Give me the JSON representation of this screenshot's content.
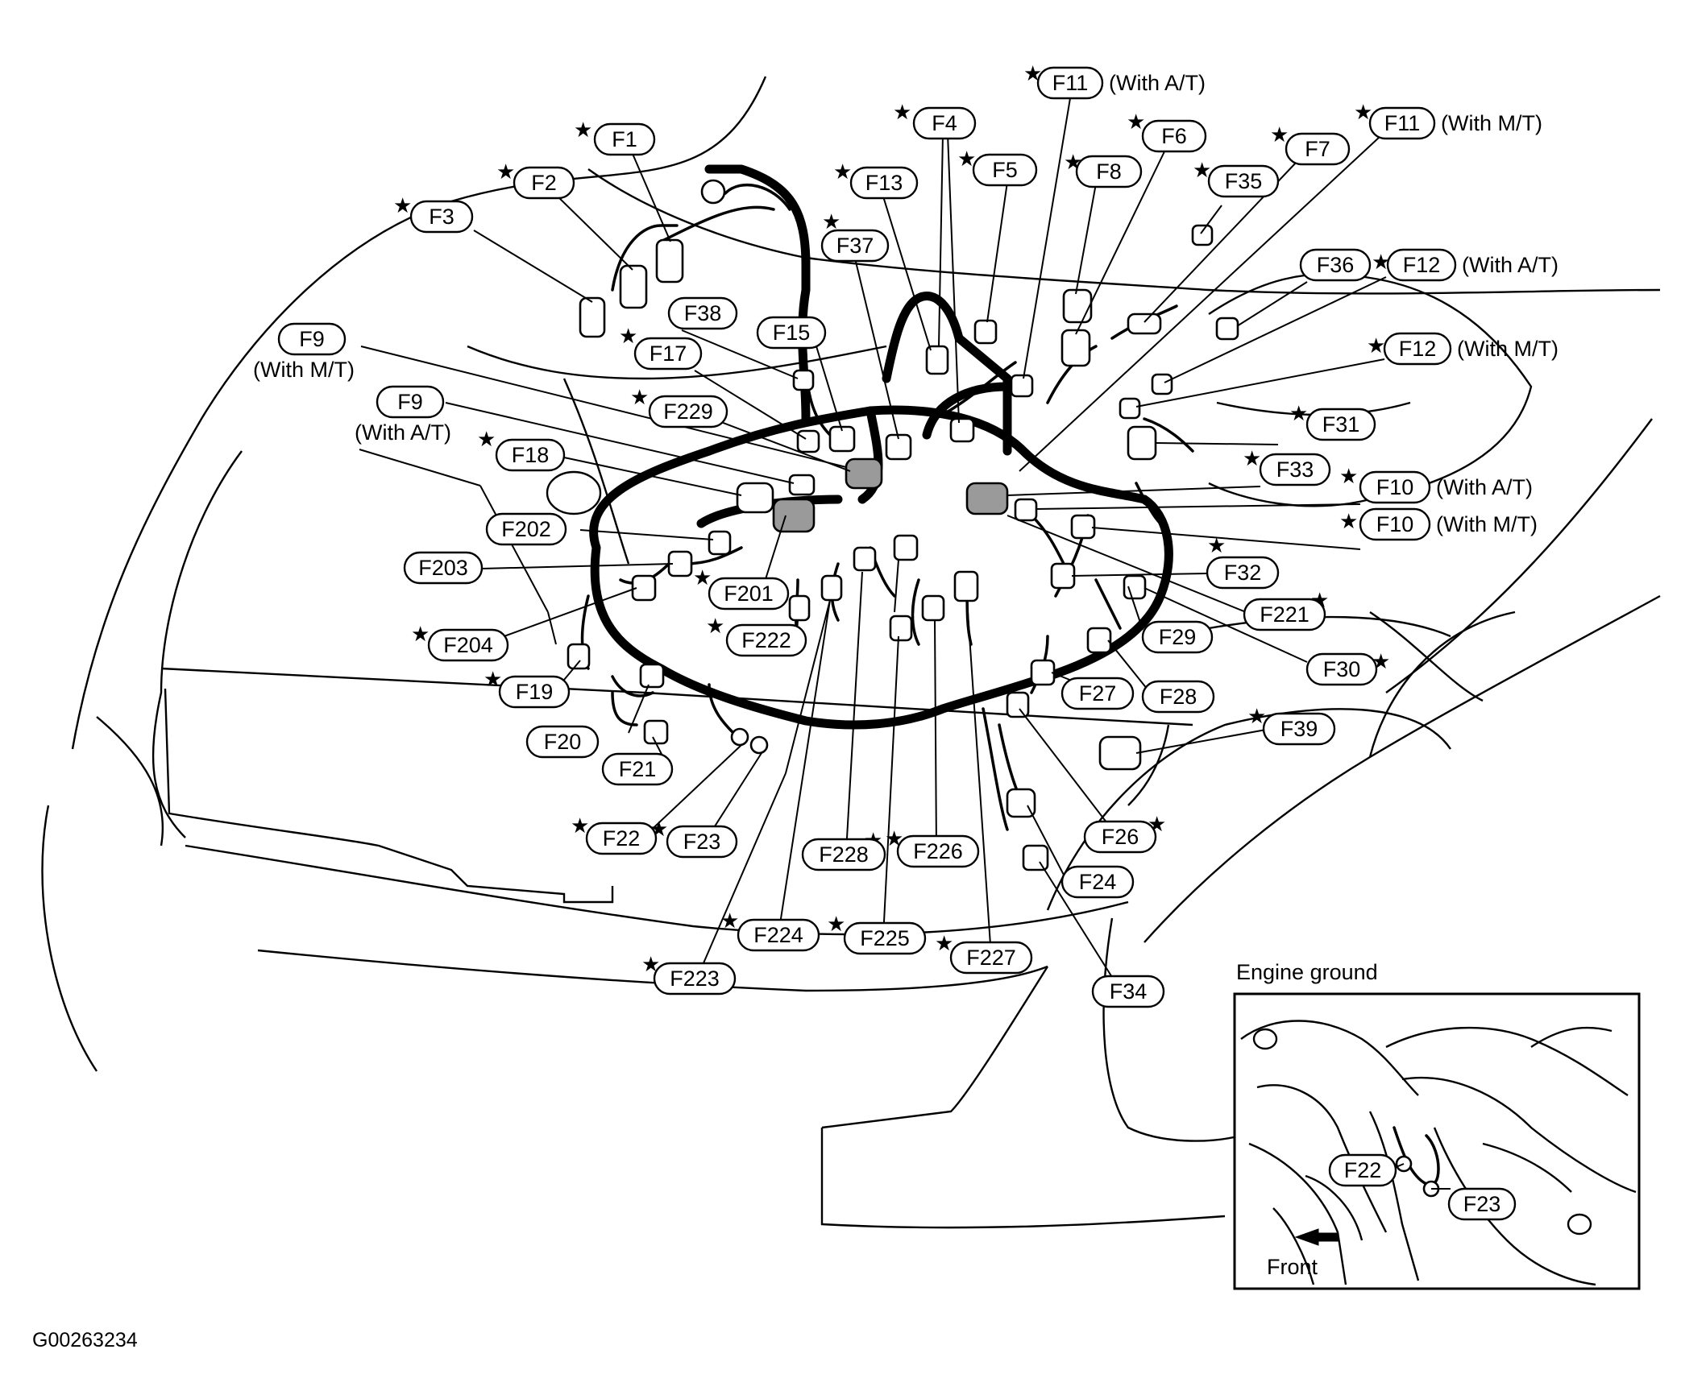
{
  "labels": {
    "F1": "F1",
    "F2": "F2",
    "F3": "F3",
    "F4": "F4",
    "F5": "F5",
    "F6": "F6",
    "F7": "F7",
    "F8": "F8",
    "F9_mt": "F9",
    "F9_at": "F9",
    "F10_at": "F10",
    "F10_mt": "F10",
    "F11_at": "F11",
    "F11_mt": "F11",
    "F12_at": "F12",
    "F12_mt": "F12",
    "F13": "F13",
    "F15": "F15",
    "F17": "F17",
    "F18": "F18",
    "F19": "F19",
    "F20": "F20",
    "F21": "F21",
    "F22": "F22",
    "F23": "F23",
    "F24": "F24",
    "F26": "F26",
    "F27": "F27",
    "F28": "F28",
    "F29": "F29",
    "F30": "F30",
    "F31": "F31",
    "F32": "F32",
    "F33": "F33",
    "F34": "F34",
    "F35": "F35",
    "F36": "F36",
    "F37": "F37",
    "F38": "F38",
    "F39": "F39",
    "F201": "F201",
    "F202": "F202",
    "F203": "F203",
    "F204": "F204",
    "F221": "F221",
    "F222": "F222",
    "F223": "F223",
    "F224": "F224",
    "F225": "F225",
    "F226": "F226",
    "F227": "F227",
    "F228": "F228",
    "F229": "F229"
  },
  "notes": {
    "with_at": "(With A/T)",
    "with_mt": "(With M/T)",
    "with_mt_short": "(With M/T)",
    "with_at_short": "(With A/T)"
  },
  "marker_symbol": "★",
  "inset": {
    "title": "Engine ground",
    "label_f22": "F22",
    "label_f23": "F23",
    "front": "Front"
  },
  "figure_code": "G00263234"
}
